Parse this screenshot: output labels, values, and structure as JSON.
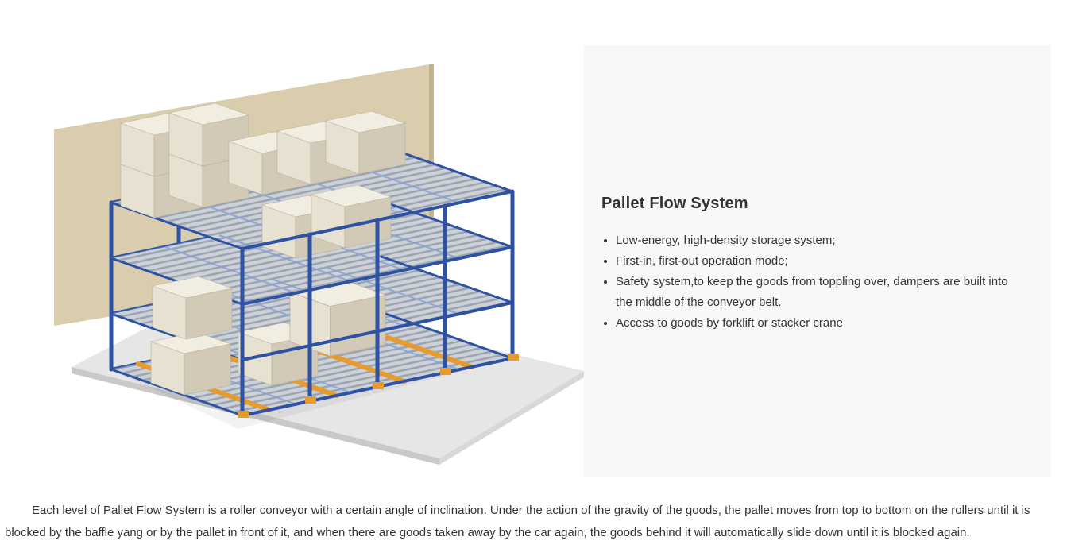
{
  "colors": {
    "page_bg": "#ffffff",
    "panel_bg": "#f7f8f8",
    "text": "#333333",
    "wall": "#d9cdae",
    "wall_edge": "#c2b391",
    "floor": "#e6e6e6",
    "floor_edge": "#c9c9c9",
    "floor_side": "#d8d8d8",
    "steel_blue": "#2d52a4",
    "rail_blue": "#8ba4d6",
    "orange": "#e89b2d",
    "deck": "#cdd2d8",
    "roller": "#9aa3af",
    "box_top": "#f1ede1",
    "box_side_light": "#e7e1d1",
    "box_side_dark": "#d2cab6",
    "box_outline": "#b9b1a0"
  },
  "panel": {
    "title": "Pallet Flow System",
    "bullets": [
      "Low-energy, high-density storage system;",
      "First-in, first-out operation mode;",
      "Safety system,to keep the goods from toppling over, dampers are built into the middle of the conveyor belt.",
      "Access to goods by forklift or stacker crane"
    ]
  },
  "description": "Each level of Pallet Flow System is a roller conveyor with a certain angle of inclination. Under the action of the gravity of the goods, the pallet moves from top to bottom on the rollers until it is blocked by the baffle yang or by the pallet in front of it, and when there are goods taken away by the car again, the goods behind it will automatically slide down until it is blocked again."
}
